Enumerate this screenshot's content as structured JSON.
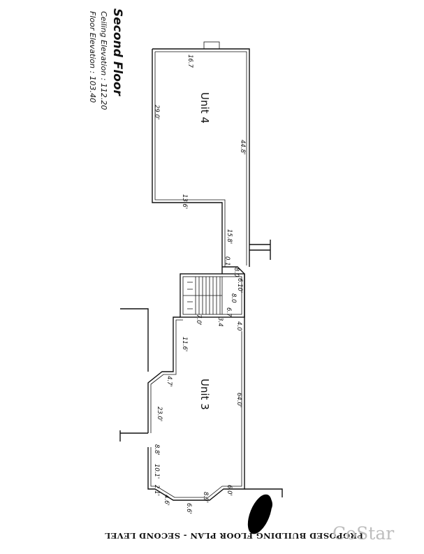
{
  "title": {
    "main": "Second Floor",
    "ceiling": "Ceiling Elevation : 112.20",
    "floor": "Floor Elevation : 103.40"
  },
  "caption": "PROPOSED BUILDING FLOOR PLAN - SECOND LEVEL",
  "watermark": "CoStar",
  "units": {
    "unit4": "Unit 4",
    "unit3": "Unit 3"
  },
  "dimensions": {
    "d_top": "16.7",
    "d_unit4_left": "29.0'",
    "d_unit4_right": "44.8'",
    "d_unit4_bottom": "13.6'",
    "d_corridor": "15.8'",
    "d_small_1": "0.1",
    "d_small_2": "8.0",
    "d_stair_1": "6.10'",
    "d_stair_2": "8.0",
    "d_stair_3": "6.7",
    "d_stair_4": "7.0'",
    "d_stair_5": "3.4",
    "d_stair_6": "4.0",
    "d_11": "11.6'",
    "d_47": "4.7'",
    "d_u3_right": "64.0'",
    "d_u3_left": "23.0'",
    "d_88": "8.8'",
    "d_101": "10.1'",
    "d_u3_bottom": "6.0'",
    "d_bay_1": "2.1'",
    "d_bay_2": "4.6'",
    "d_bay_3": "6.6'",
    "d_bay_4": "8.9'"
  }
}
